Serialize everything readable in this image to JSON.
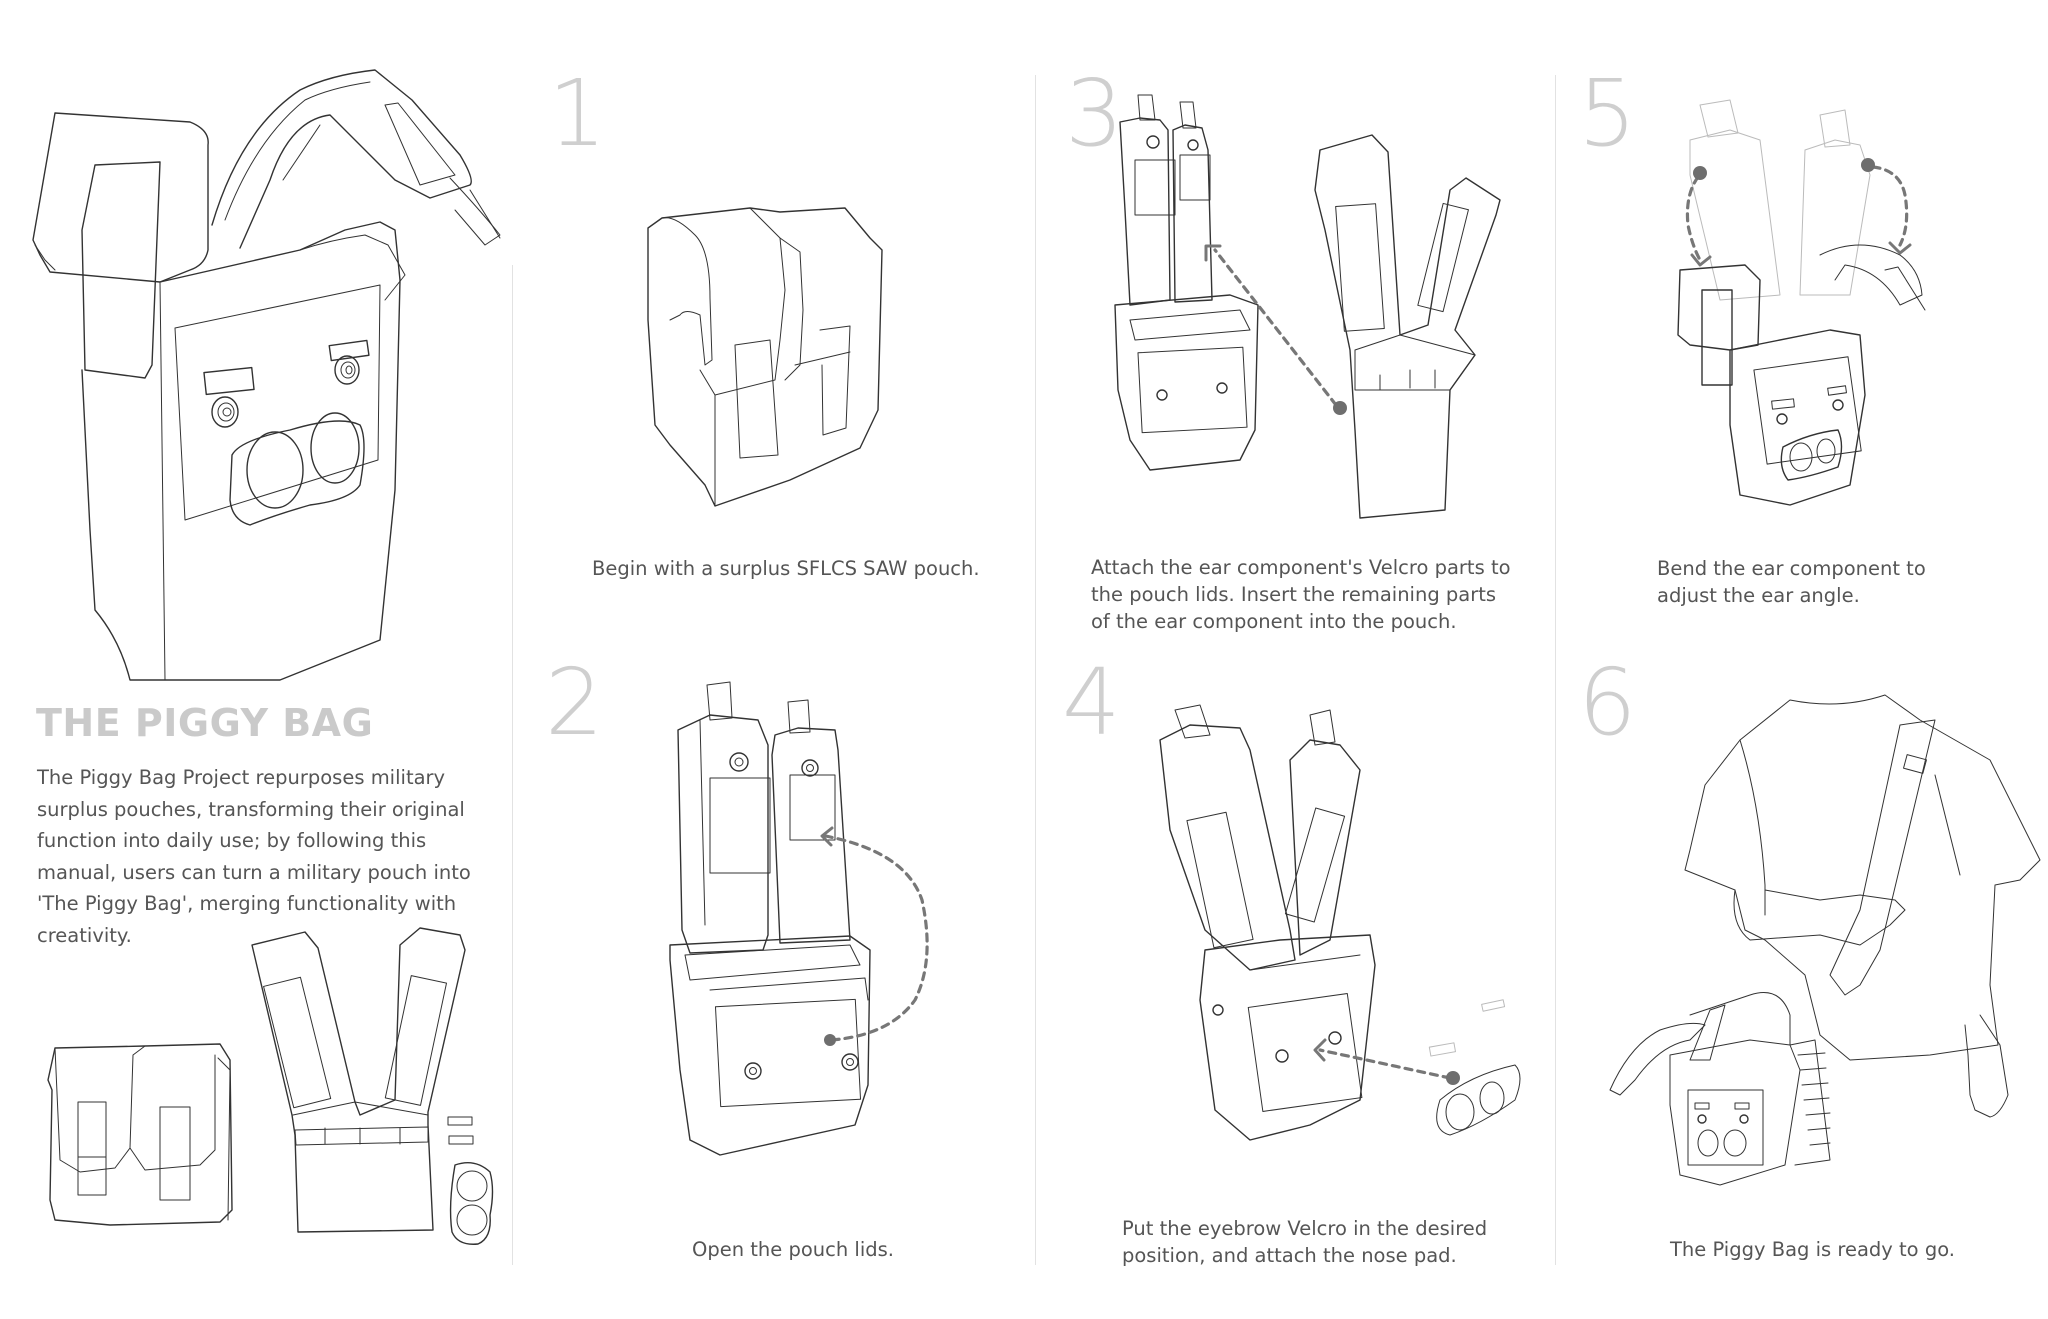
{
  "title": "THE PIGGY BAG",
  "description": "The Piggy Bag Project repurposes military surplus pouches, transforming their original function into daily use; by following this manual, users can turn a military pouch into 'The Piggy Bag', merging functionality with creativity.",
  "colors": {
    "text": "#555555",
    "numeral": "#cfcfcf",
    "title": "#cacaca",
    "divider": "#e2e2e2",
    "line_art": "#333333",
    "arrow": "#777777"
  },
  "steps": [
    {
      "number": "1",
      "caption": "Begin with a surplus SFLCS SAW pouch."
    },
    {
      "number": "2",
      "caption": "Open the pouch lids."
    },
    {
      "number": "3",
      "caption": "Attach the ear component's Velcro parts to the pouch lids. Insert the remaining parts of the ear component into the pouch."
    },
    {
      "number": "4",
      "caption": "Put the eyebrow Velcro in the desired position, and attach the nose pad."
    },
    {
      "number": "5",
      "caption": "Bend the ear component to adjust the ear angle."
    },
    {
      "number": "6",
      "caption": "The Piggy Bag is ready to go."
    }
  ],
  "illustrations": {
    "hero": "piggy-bag-finished",
    "parts": [
      "pouch",
      "ear-component",
      "eyebrow-velcro",
      "nose-pad"
    ],
    "step_1": "closed-pouch",
    "step_2": "pouch-lids-open",
    "step_3": "ear-component-insert",
    "step_4": "eyebrow-and-nose-attach",
    "step_5": "ear-bend",
    "step_6": "person-wearing-bag"
  }
}
